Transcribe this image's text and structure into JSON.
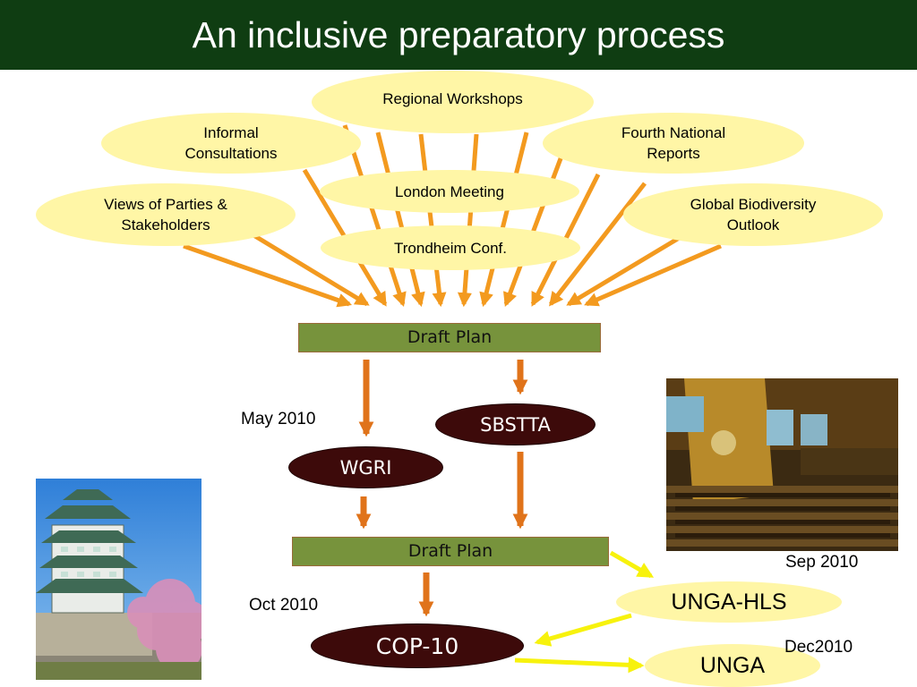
{
  "slide": {
    "title": "An inclusive preparatory process"
  },
  "inputs": {
    "regional_workshops": "Regional Workshops",
    "informal_consultations": "Informal\nConsultations",
    "fourth_national_reports": "Fourth National\nReports",
    "london_meeting": "London Meeting",
    "views_of_parties": "Views of Parties &\nStakeholders",
    "global_biodiversity_outlook": "Global Biodiversity\nOutlook",
    "trondheim_conf": "Trondheim Conf."
  },
  "process": {
    "draft_plan_1": "Draft Plan",
    "sbstta": "SBSTTA",
    "wgri": "WGRI",
    "draft_plan_2": "Draft Plan",
    "cop10": "COP-10",
    "unga_hls": "UNGA-HLS",
    "unga": "UNGA"
  },
  "dates": {
    "may_2010": "May 2010",
    "sep_2010": "Sep 2010",
    "oct_2010": "Oct 2010",
    "dec_2010": "Dec2010"
  },
  "colors": {
    "title_bar": "#0f3d12",
    "input_ellipse": "#fff6a6",
    "draft_box": "#77933c",
    "dark_ellipse": "#3d0a0a",
    "orange_arrow": "#f39a1f",
    "down_arrow": "#e0731a",
    "yellow_arrow": "#f7f20d"
  }
}
